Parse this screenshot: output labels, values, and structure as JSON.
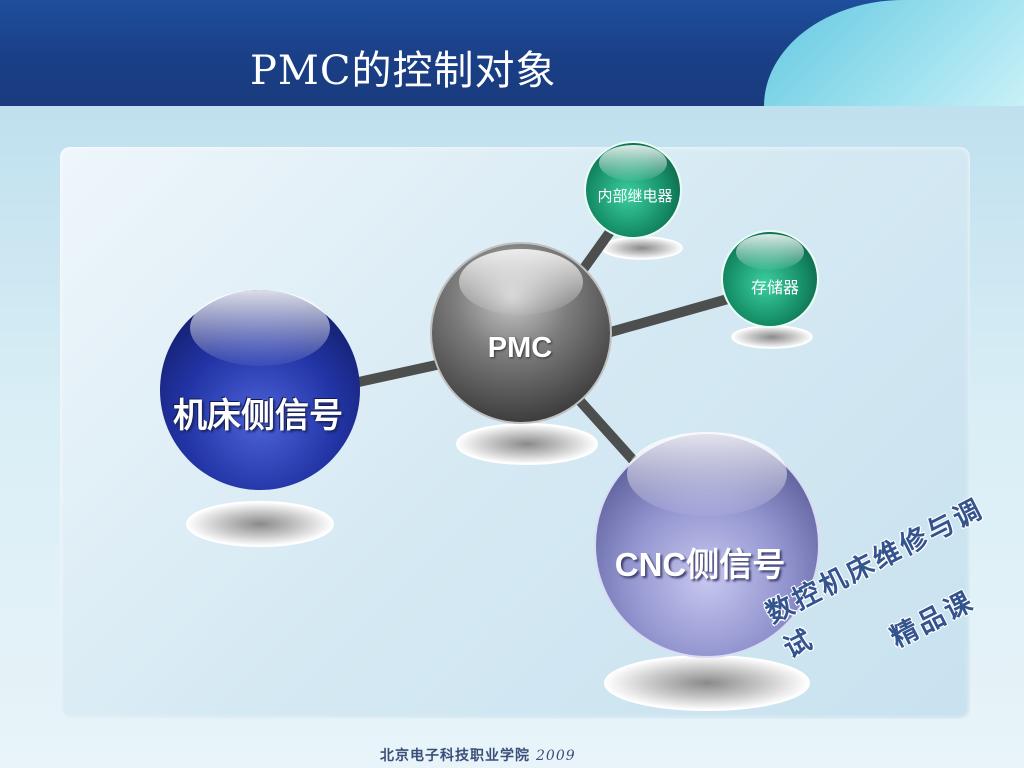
{
  "slide": {
    "title": "PMC的控制对象"
  },
  "diagram": {
    "center": {
      "label": "PMC",
      "color": "#6f6f6f"
    },
    "nodes": [
      {
        "id": "machine",
        "label": "机床侧信号",
        "color": "#2a3aa8"
      },
      {
        "id": "cnc",
        "label": "CNC侧信号",
        "color": "#8d90c8"
      },
      {
        "id": "relay",
        "label": "内部继电器",
        "color": "#1e9a76"
      },
      {
        "id": "memory",
        "label": "存储器",
        "color": "#1e9a76"
      }
    ]
  },
  "stamp": {
    "line1": "数控机床维修与调试",
    "line2": "精品课"
  },
  "footer": {
    "institution": "北京电子科技职业学院",
    "year": "2009"
  }
}
